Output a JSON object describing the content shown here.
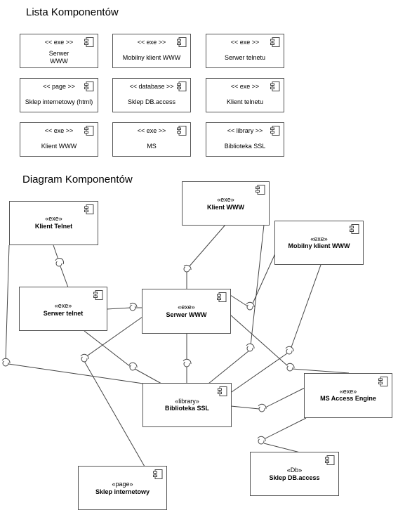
{
  "headings": {
    "list": "Lista Komponentów",
    "diagram": "Diagram Komponentów"
  },
  "list": {
    "items": [
      {
        "stereo": "<< exe >>",
        "name": "Serwer\nWWW"
      },
      {
        "stereo": "<< exe >>",
        "name": "Mobilny klient WWW"
      },
      {
        "stereo": "<< exe >>",
        "name": "Serwer telnetu"
      },
      {
        "stereo": "<< page >>",
        "name": "Sklep internetowy (html)"
      },
      {
        "stereo": "<< database >>",
        "name": "Sklep DB.access"
      },
      {
        "stereo": "<< exe >>",
        "name": "Klient telnetu"
      },
      {
        "stereo": "<< exe >>",
        "name": "Klient WWW"
      },
      {
        "stereo": "<< exe >>",
        "name": "MS"
      },
      {
        "stereo": "<< library >>",
        "name": "Biblioteka SSL"
      }
    ]
  },
  "diagram": {
    "components": {
      "klient_www": {
        "stereo": "«exe»",
        "name": "Klient WWW"
      },
      "klient_telnet": {
        "stereo": "«exe»",
        "name": "Klient Telnet"
      },
      "mobilny": {
        "stereo": "«exe»",
        "name": "Mobilny klient WWW"
      },
      "serwer_telnet": {
        "stereo": "«exe»",
        "name": "Serwer telnet"
      },
      "serwer_www": {
        "stereo": "«exe»",
        "name": "Serwer WWW"
      },
      "biblioteka": {
        "stereo": "«library»",
        "name": "Biblioteka SSL"
      },
      "ms_access": {
        "stereo": "«exe»",
        "name": "MS Access Engine"
      },
      "sklep_db": {
        "stereo": "«Db»",
        "name": "Sklep DB.access"
      },
      "sklep_int": {
        "stereo": "«page»",
        "name": "Sklep internetowy"
      }
    }
  },
  "colors": {
    "border": "#555555",
    "line": "#444444"
  }
}
